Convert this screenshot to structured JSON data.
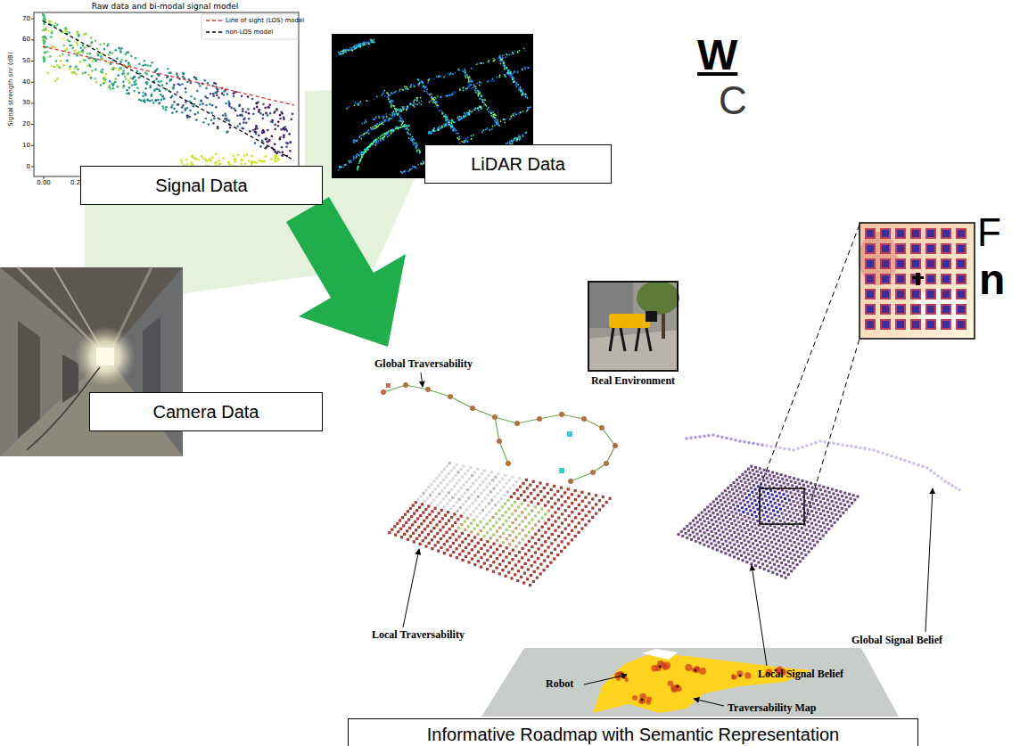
{
  "diagram": {
    "nodes": [
      {
        "text": [
          "Signal Data"
        ]
      },
      {
        "text": [
          "LiDAR Data"
        ]
      },
      {
        "text": [
          "Camera Data"
        ]
      },
      {
        "text": [
          "Informative Roadmap with Semantic Representation"
        ]
      }
    ],
    "labels": [
      "Raw data and bi-modal signal model",
      "Signal strength snr (dB)",
      "0",
      "10",
      "20",
      "30",
      "40",
      "50",
      "60",
      "70",
      "0.00",
      "0.2",
      "W",
      "C",
      "F",
      "n",
      "Real Environment",
      "Global Traversability",
      "Local Traversability",
      "Global Signal Belief",
      "Local Signal Belief",
      "Robot",
      "Traversability Map"
    ],
    "legend": [
      {
        "text": "Line of sight (LOS) model"
      },
      {
        "text": "non-LOS model"
      }
    ]
  }
}
